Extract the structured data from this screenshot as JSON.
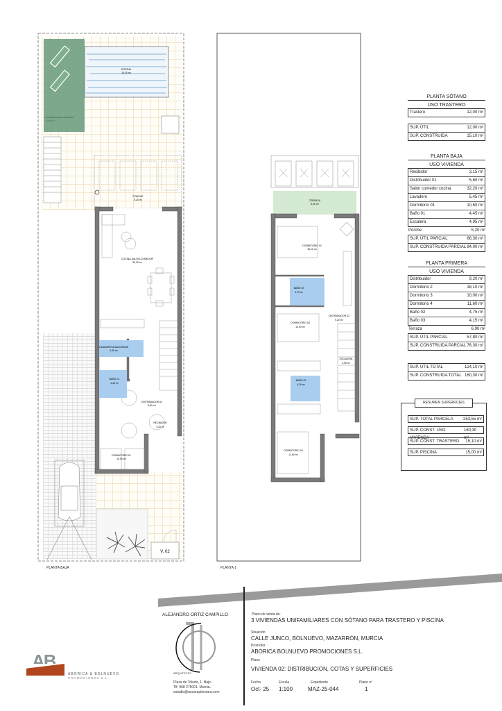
{
  "ground_plan": {
    "label": "PLANTA BAJA",
    "house_tag": "V. 02",
    "rooms": {
      "piscina": {
        "name": "PISCINA",
        "area": "15,00 m²"
      },
      "solarium": {
        "name": "SUPERFICIE DE TRASTERO",
        "area": "12,00 m²"
      },
      "porche": {
        "name": "PORCHE",
        "area": "5,20 m²"
      },
      "cocina": {
        "name": "COCINA-SALÓN-COMEDOR",
        "area": "32,20 m²"
      },
      "lavadero": {
        "name": "LAVADERO ALMACENAJE",
        "area": "5,45 m²"
      },
      "bano01": {
        "name": "BAÑO 01",
        "area": "4,45 m²"
      },
      "distribuidor01": {
        "name": "DISTRIBUIDOR 01",
        "area": "5,60 m²"
      },
      "recibidor": {
        "name": "RECIBIDOR",
        "area": "3,15 m²"
      },
      "dormitorio01": {
        "name": "DORMITORIO 01",
        "area": "10,50 m²"
      }
    }
  },
  "first_plan": {
    "label": "PLANTA 1",
    "rooms": {
      "terraza": {
        "name": "TERRAZA",
        "area": "6,90 m²"
      },
      "dormitorio02": {
        "name": "DORMITORIO 02",
        "area": "18,10 m²"
      },
      "bano02": {
        "name": "BAÑO 02",
        "area": "4,75 m²"
      },
      "distribuidor02": {
        "name": "DISTRIBUIDOR 02",
        "area": "9,20 m²"
      },
      "dormitorio03": {
        "name": "DORMITORIO 03",
        "area": "10,00 m²"
      },
      "escalera": {
        "name": "ESCALERA",
        "area": "4,95 m²"
      },
      "bano03": {
        "name": "BAÑO 03",
        "area": "4,15 m²"
      },
      "dormitorio04": {
        "name": "DORMITORIO 04",
        "area": "11,60 m²"
      }
    }
  },
  "tables": {
    "sotano": {
      "title": "PLANTA SÓTANO",
      "use": "USO TRASTERO",
      "rows": [
        {
          "label": "Trastero",
          "value": "12,00 m²"
        }
      ],
      "totals": [
        {
          "label": "SUP. ÚTIL",
          "value": "12,00 m²"
        },
        {
          "label": "SUP. CONSTRUIDA",
          "value": "15,10 m²"
        }
      ]
    },
    "baja": {
      "title": "PLANTA BAJA",
      "use": "USO VIVIENDA",
      "rows": [
        {
          "label": "Recibidor",
          "value": "3,15 m²"
        },
        {
          "label": "Distribuidor 01",
          "value": "5,60 m²"
        },
        {
          "label": "Salón comedor cocina",
          "value": "32,20 m²"
        },
        {
          "label": "Lavadero",
          "value": "5,45 m²"
        },
        {
          "label": "Dormitorio 01",
          "value": "10,50 m²"
        },
        {
          "label": "Baño 01",
          "value": "4,45 m²"
        },
        {
          "label": "Escalera",
          "value": "4,95 m²"
        }
      ],
      "extra": {
        "label": "Porche",
        "value": "5,20 m²"
      },
      "totals": [
        {
          "label": "SUP. ÚTIL PARCIAL",
          "value": "66,30 m²"
        },
        {
          "label": "SUP. CONSTRUIDA PARCIAL",
          "value": "84,00 m²"
        }
      ]
    },
    "primera": {
      "title": "PLANTA PRIMERA",
      "use": "USO VIVIENDA",
      "rows": [
        {
          "label": "Distribuidor",
          "value": "9,20 m²"
        },
        {
          "label": "Dormitorio 2",
          "value": "18,10 m²"
        },
        {
          "label": "Dormitorio 3",
          "value": "10,00 m²"
        },
        {
          "label": "Dormitorio 4",
          "value": "11,60 m²"
        },
        {
          "label": "Baño 02",
          "value": "4,75 m²"
        },
        {
          "label": "Baño 03",
          "value": "4,15 m²"
        }
      ],
      "extra": {
        "label": "Terraza",
        "value": "6,90 m²"
      },
      "totals": [
        {
          "label": "SUP. ÚTIL PARCIAL",
          "value": "57,80 m²"
        },
        {
          "label": "SUP. CONSTRUIDA PARCIAL",
          "value": "76,30 m²"
        }
      ]
    },
    "totales": [
      {
        "label": "SUP. ÚTIL TOTAL",
        "value": "124,10 m²"
      },
      {
        "label": "SUP. CONSTRUIDA TOTAL",
        "value": "160,30 m²"
      }
    ],
    "resumen": {
      "title": "RESUMEN SUPERFICIES",
      "rows": [
        {
          "label": "SUP. TOTAL PARCELA",
          "value": "253,55 m²"
        },
        {
          "label": "SUP. CONST. USO VIVIENDA",
          "value": "160,30 m²"
        },
        {
          "label": "SUP. CONST. TRASTERO",
          "value": "15,10 m²"
        },
        {
          "label": "SUP. PISCINA",
          "value": "15,00 m²"
        }
      ]
    }
  },
  "title_block": {
    "architect": "ALEJANDRO ORTIZ CAMPILLO",
    "architect_role": "ARQUITECTO",
    "address": "Plaza de Toledo, 1. Bajo.",
    "phone": "Tlf: 968 275001. Murcia.",
    "email": "estudio@aocarquitectura.com",
    "project_label": "Plano de venta de:",
    "project": "3 VIVIENDAS UNIFAMILIARES CON SÓTANO PARA TRASTERO Y PISCINA",
    "location_label": "Situación",
    "location": "CALLE JUNCO, BOLNUEVO, MAZARRÓN, MURCIA",
    "promoter_label": "Promotor",
    "promoter": "ABORICA BOLNUEVO PROMOCIONES S.L.",
    "plan_label": "Plano",
    "plan": "VIVIENDA 02: DISTRIBUCION, COTAS Y SUPERFICIES",
    "date_label": "Fecha",
    "date": "Oct- 25",
    "scale_label": "Escala",
    "scale": "1:100",
    "file_label": "Expediente",
    "file": "MAZ-25-044",
    "sheet_label": "Plano nº",
    "sheet": "1",
    "logo_text": "AB",
    "company_line1": "ABORICA & BOLNUEVO",
    "company_line2": "PROMOCIONES S.L."
  },
  "colors": {
    "terrace_green": "#d4ead2",
    "solarium_green": "#6f9f7f",
    "bath_blue": "#a9cdee",
    "wall_grey": "#7a7a7a",
    "logo_grey": "#8c9498",
    "logo_red": "#b0461e"
  }
}
